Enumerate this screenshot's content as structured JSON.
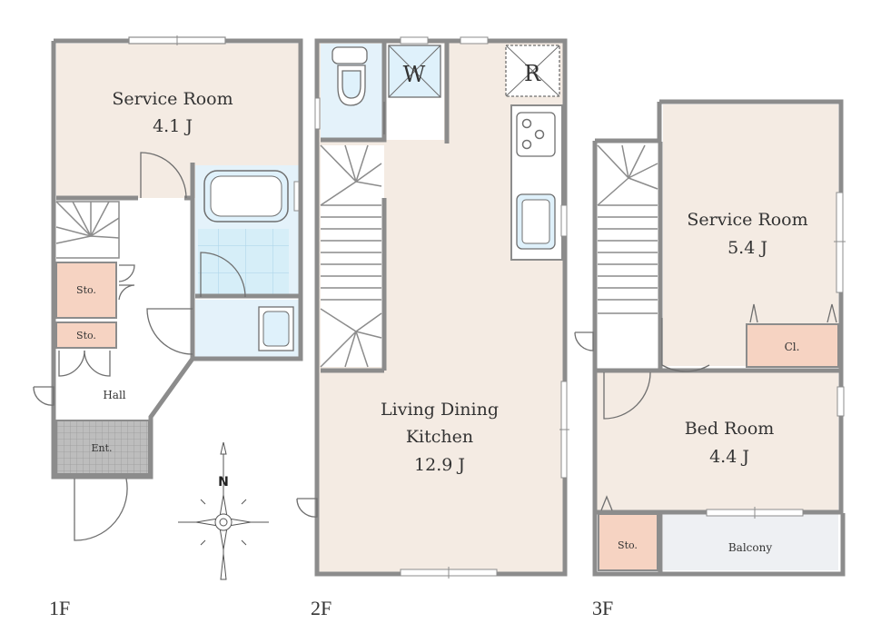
{
  "floors": {
    "f1": {
      "label": "1F",
      "service_room": {
        "name": "Service Room",
        "size": "4.1 J"
      },
      "storage_upper": "Sto.",
      "storage_lower": "Sto.",
      "hall": "Hall",
      "entrance": "Ent."
    },
    "f2": {
      "label": "2F",
      "ldk_line1": "Living Dining",
      "ldk_line2": "Kitchen",
      "ldk_size": "12.9 J",
      "washer": "W",
      "fridge": "R"
    },
    "f3": {
      "label": "3F",
      "service_room": {
        "name": "Service Room",
        "size": "5.4 J"
      },
      "closet": "Cl.",
      "bed_room": {
        "name": "Bed Room",
        "size": "4.4 J"
      },
      "storage": "Sto.",
      "balcony": "Balcony"
    }
  },
  "compass": {
    "north": "N"
  },
  "colors": {
    "wall": "#8c8c8c",
    "room_floor": "#f4ebe3",
    "wet_area": "#e4f2fa",
    "storage": "#f6d3c2",
    "entrance_tile": "#bdbdbd",
    "balcony": "#eef0f3"
  }
}
